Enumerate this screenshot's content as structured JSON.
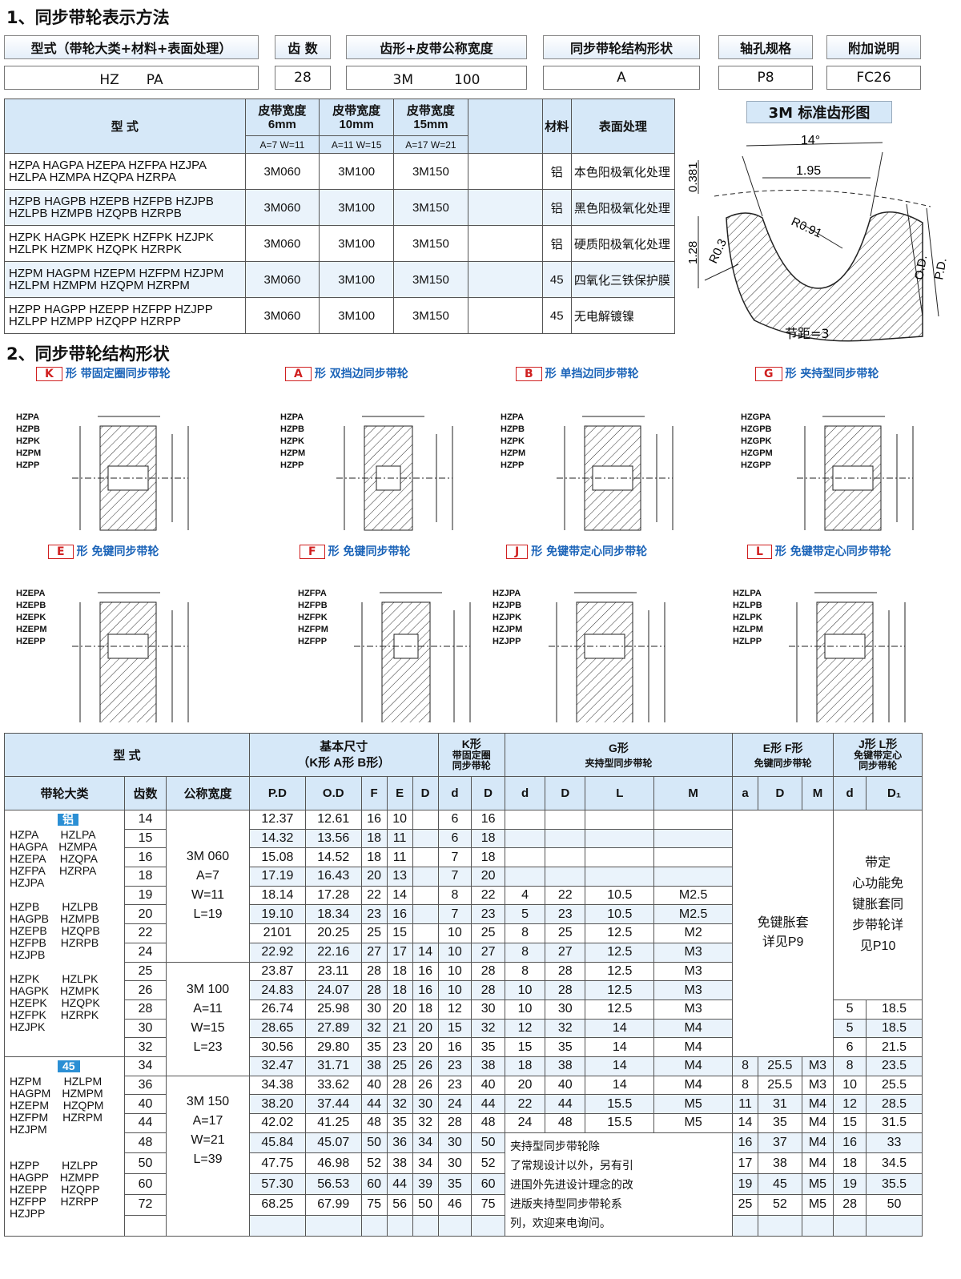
{
  "sec1": "1、同步带轮表示方法",
  "sec2": "2、同步带轮结构形状",
  "code_headers": [
    "型式（带轮大类+材料+表面处理）",
    "齿 数",
    "齿形+皮带公称宽度",
    "同步带轮结构形状",
    "轴孔规格",
    "附加说明"
  ],
  "code_values": [
    "HZ　　PA",
    "28",
    "3M　　　100",
    "A",
    "P8",
    "FC26"
  ],
  "t1": {
    "h_model": "型 式",
    "h_w6": "皮带宽度\n6mm",
    "h_w10": "皮带宽度\n10mm",
    "h_w15": "皮带宽度\n15mm",
    "h_mat": "材料",
    "h_surf": "表面处理",
    "s6": "A=7  W=11",
    "s10": "A=11  W=15",
    "s15": "A=17  W=21",
    "rows": [
      {
        "m1": "HZPA  HAGPA  HZEPA  HZFPA  HZJPA",
        "m2": "HZLPA  HZMPA  HZQPA  HZRPA",
        "a": "3M060",
        "b": "3M100",
        "c": "3M150",
        "mat": "铝",
        "surf": "本色阳极氧化处理"
      },
      {
        "m1": "HZPB  HAGPB  HZEPB  HZFPB  HZJPB",
        "m2": "HZLPB  HZMPB  HZQPB  HZRPB",
        "a": "3M060",
        "b": "3M100",
        "c": "3M150",
        "mat": "铝",
        "surf": "黑色阳极氧化处理"
      },
      {
        "m1": "HZPK  HAGPK  HZEPK  HZFPK  HZJPK",
        "m2": "HZLPK  HZMPK  HZQPK  HZRPK",
        "a": "3M060",
        "b": "3M100",
        "c": "3M150",
        "mat": "铝",
        "surf": "硬质阳极氧化处理"
      },
      {
        "m1": "HZPM  HAGPM  HZEPM  HZFPM  HZJPM",
        "m2": "HZLPM  HZMPM  HZQPM  HZRPM",
        "a": "3M060",
        "b": "3M100",
        "c": "3M150",
        "mat": "45",
        "surf": "四氧化三铁保护膜"
      },
      {
        "m1": "HZPP  HAGPP  HZEPP  HZFPP  HZJPP",
        "m2": "HZLPP  HZMPP  HZQPP  HZRPP",
        "a": "3M060",
        "b": "3M100",
        "c": "3M150",
        "mat": "45",
        "surf": "无电解镀镍"
      }
    ]
  },
  "tooth": {
    "title": "3M 标准齿形图",
    "angle": "14°",
    "w": "1.95",
    "h1": "0.381",
    "h2": "1.28",
    "r1": "R0.91",
    "r2": "R0.3",
    "od": "O.D.",
    "pd": "P.D.",
    "pitch": "节距=3"
  },
  "shapes": [
    {
      "letter": "K",
      "text": "形  带固定圈同步带轮",
      "models": "HZPA\nHZPB\nHZPK\nHZPM\nHZPP"
    },
    {
      "letter": "A",
      "text": "形 双挡边同步带轮",
      "models": "HZPA\nHZPB\nHZPK\nHZPM\nHZPP"
    },
    {
      "letter": "B",
      "text": "形 单挡边同步带轮",
      "models": "HZPA\nHZPB\nHZPK\nHZPM\nHZPP"
    },
    {
      "letter": "G",
      "text": "形 夹持型同步带轮",
      "models": "HZGPA\nHZGPB\nHZGPK\nHZGPM\nHZGPP"
    },
    {
      "letter": "E",
      "text": "形 免键同步带轮",
      "models": "HZEPA\nHZEPB\nHZEPK\nHZEPM\nHZEPP"
    },
    {
      "letter": "F",
      "text": "形 免键同步带轮",
      "models": "HZFPA\nHZFPB\nHZFPK\nHZFPM\nHZFPP"
    },
    {
      "letter": "J",
      "text": "形 免键带定心同步带轮",
      "models": "HZJPA\nHZJPB\nHZJPK\nHZJPM\nHZJPP"
    },
    {
      "letter": "L",
      "text": "形 免键带定心同步带轮",
      "models": "HZLPA\nHZLPB\nHZLPK\nHZLPM\nHZLPP"
    }
  ],
  "t2": {
    "h_model": "型 式",
    "h_basic": "基本尺寸",
    "h_basic2": "（K形  A形  B形）",
    "h_k": "K形",
    "h_k2": "带固定圈\n同步带轮",
    "h_g": "G形",
    "h_g2": "夹持型同步带轮",
    "h_ef": "E形  F形",
    "h_ef2": "免键同步带轮",
    "h_jl": "J形  L形",
    "h_jl2": "免键带定心\n同步带轮",
    "h_cat": "带轮大类",
    "h_teeth": "齿数",
    "h_width": "公称宽度",
    "cols": [
      "P.D",
      "O.D",
      "F",
      "E",
      "D",
      "d",
      "D",
      "d",
      "D",
      "L",
      "M",
      "a",
      "D",
      "M",
      "d",
      "D₁"
    ],
    "mat_al": "铝",
    "mat_45": "45",
    "grp_al": "HZPA　　HZLPA\nHAGPA　HZMPA\nHZEPA　 HZQPA\nHZFPA　 HZRPA\nHZJPA\n\nHZPB　　HZLPB\nHAGPB　HZMPB\nHZEPB　 HZQPB\nHZFPB　 HZRPB\nHZJPB\n\nHZPK　　HZLPK\nHAGPK　HZMPK\nHZEPK　 HZQPK\nHZFPK　 HZRPK\nHZJPK",
    "grp_45": "HZPM　　HZLPM\nHAGPM　HZMPM\nHZEPM　 HZQPM\nHZFPM　 HZRPM\nHZJPM\n\n\nHZPP　　HZLPP\nHAGPP　HZMPP\nHZEPP　 HZQPP\nHZFPP　 HZRPP\nHZJPP",
    "w060": "3M 060\nA=7\nW=11\nL=19",
    "w100": "3M 100\nA=11\nW=15\nL=23",
    "w150": "3M 150\nA=17\nW=21\nL=39",
    "ef_note": "免键胀套\n详见P9",
    "jl_note": "带定\n心功能免\n键胀套同\n步带轮详\n见P10",
    "g_note": "夹持型同步带轮除\n了常规设计以外，另有引\n进国外先进设计理念的改\n进版夹持型同步带轮系\n列，欢迎来电询问。",
    "rows": [
      [
        "14",
        "12.37",
        "12.61",
        "16",
        "10",
        "",
        "6",
        "16",
        "",
        "",
        "",
        "",
        "",
        "",
        "",
        "",
        ""
      ],
      [
        "15",
        "14.32",
        "13.56",
        "18",
        "11",
        "",
        "6",
        "18",
        "",
        "",
        "",
        "",
        "",
        "",
        "",
        "",
        ""
      ],
      [
        "16",
        "15.08",
        "14.52",
        "18",
        "11",
        "",
        "7",
        "18",
        "",
        "",
        "",
        "",
        "",
        "",
        "",
        "",
        ""
      ],
      [
        "18",
        "17.19",
        "16.43",
        "20",
        "13",
        "",
        "7",
        "20",
        "",
        "",
        "",
        "",
        "",
        "",
        "",
        "",
        ""
      ],
      [
        "19",
        "18.14",
        "17.28",
        "22",
        "14",
        "",
        "8",
        "22",
        "4",
        "22",
        "10.5",
        "M2.5",
        "",
        "",
        "",
        "",
        ""
      ],
      [
        "20",
        "19.10",
        "18.34",
        "23",
        "16",
        "",
        "7",
        "23",
        "5",
        "23",
        "10.5",
        "M2.5",
        "",
        "",
        "",
        "",
        ""
      ],
      [
        "22",
        "2101",
        "20.25",
        "25",
        "15",
        "",
        "10",
        "25",
        "8",
        "25",
        "12.5",
        "M2",
        "",
        "",
        "",
        "",
        ""
      ],
      [
        "24",
        "22.92",
        "22.16",
        "27",
        "17",
        "14",
        "10",
        "27",
        "8",
        "27",
        "12.5",
        "M3",
        "",
        "",
        "",
        "",
        ""
      ],
      [
        "25",
        "23.87",
        "23.11",
        "28",
        "18",
        "16",
        "10",
        "28",
        "8",
        "28",
        "12.5",
        "M3",
        "",
        "",
        "",
        "",
        ""
      ],
      [
        "26",
        "24.83",
        "24.07",
        "28",
        "18",
        "16",
        "10",
        "28",
        "10",
        "28",
        "12.5",
        "M3",
        "",
        "",
        "",
        "",
        ""
      ],
      [
        "28",
        "26.74",
        "25.98",
        "30",
        "20",
        "18",
        "12",
        "30",
        "10",
        "30",
        "12.5",
        "M3",
        "",
        "",
        "",
        "5",
        "18.5"
      ],
      [
        "30",
        "28.65",
        "27.89",
        "32",
        "21",
        "20",
        "15",
        "32",
        "12",
        "32",
        "14",
        "M4",
        "",
        "",
        "",
        "5",
        "18.5"
      ],
      [
        "32",
        "30.56",
        "29.80",
        "35",
        "23",
        "20",
        "16",
        "35",
        "15",
        "35",
        "14",
        "M4",
        "",
        "",
        "",
        "6",
        "21.5"
      ],
      [
        "34",
        "32.47",
        "31.71",
        "38",
        "25",
        "26",
        "23",
        "38",
        "18",
        "38",
        "14",
        "M4",
        "8",
        "25.5",
        "M3",
        "8",
        "23.5"
      ],
      [
        "36",
        "34.38",
        "33.62",
        "40",
        "28",
        "26",
        "23",
        "40",
        "20",
        "40",
        "14",
        "M4",
        "8",
        "25.5",
        "M3",
        "10",
        "25.5"
      ],
      [
        "40",
        "38.20",
        "37.44",
        "44",
        "32",
        "30",
        "24",
        "44",
        "22",
        "44",
        "15.5",
        "M5",
        "11",
        "31",
        "M4",
        "12",
        "28.5"
      ],
      [
        "44",
        "42.02",
        "41.25",
        "48",
        "35",
        "32",
        "28",
        "48",
        "24",
        "48",
        "15.5",
        "M5",
        "14",
        "35",
        "M4",
        "15",
        "31.5"
      ],
      [
        "48",
        "45.84",
        "45.07",
        "50",
        "36",
        "34",
        "30",
        "50",
        "",
        "",
        "",
        "",
        "16",
        "37",
        "M4",
        "16",
        "33"
      ],
      [
        "50",
        "47.75",
        "46.98",
        "52",
        "38",
        "34",
        "30",
        "52",
        "",
        "",
        "",
        "",
        "17",
        "38",
        "M4",
        "18",
        "34.5"
      ],
      [
        "60",
        "57.30",
        "56.53",
        "60",
        "44",
        "39",
        "35",
        "60",
        "",
        "",
        "",
        "",
        "19",
        "45",
        "M5",
        "19",
        "35.5"
      ],
      [
        "72",
        "68.25",
        "67.99",
        "75",
        "56",
        "50",
        "46",
        "75",
        "",
        "",
        "",
        "",
        "25",
        "52",
        "M5",
        "28",
        "50"
      ],
      [
        "",
        "",
        "",
        "",
        "",
        "",
        "",
        "",
        "",
        "",
        "",
        "",
        "",
        "",
        "",
        "",
        ""
      ]
    ]
  }
}
